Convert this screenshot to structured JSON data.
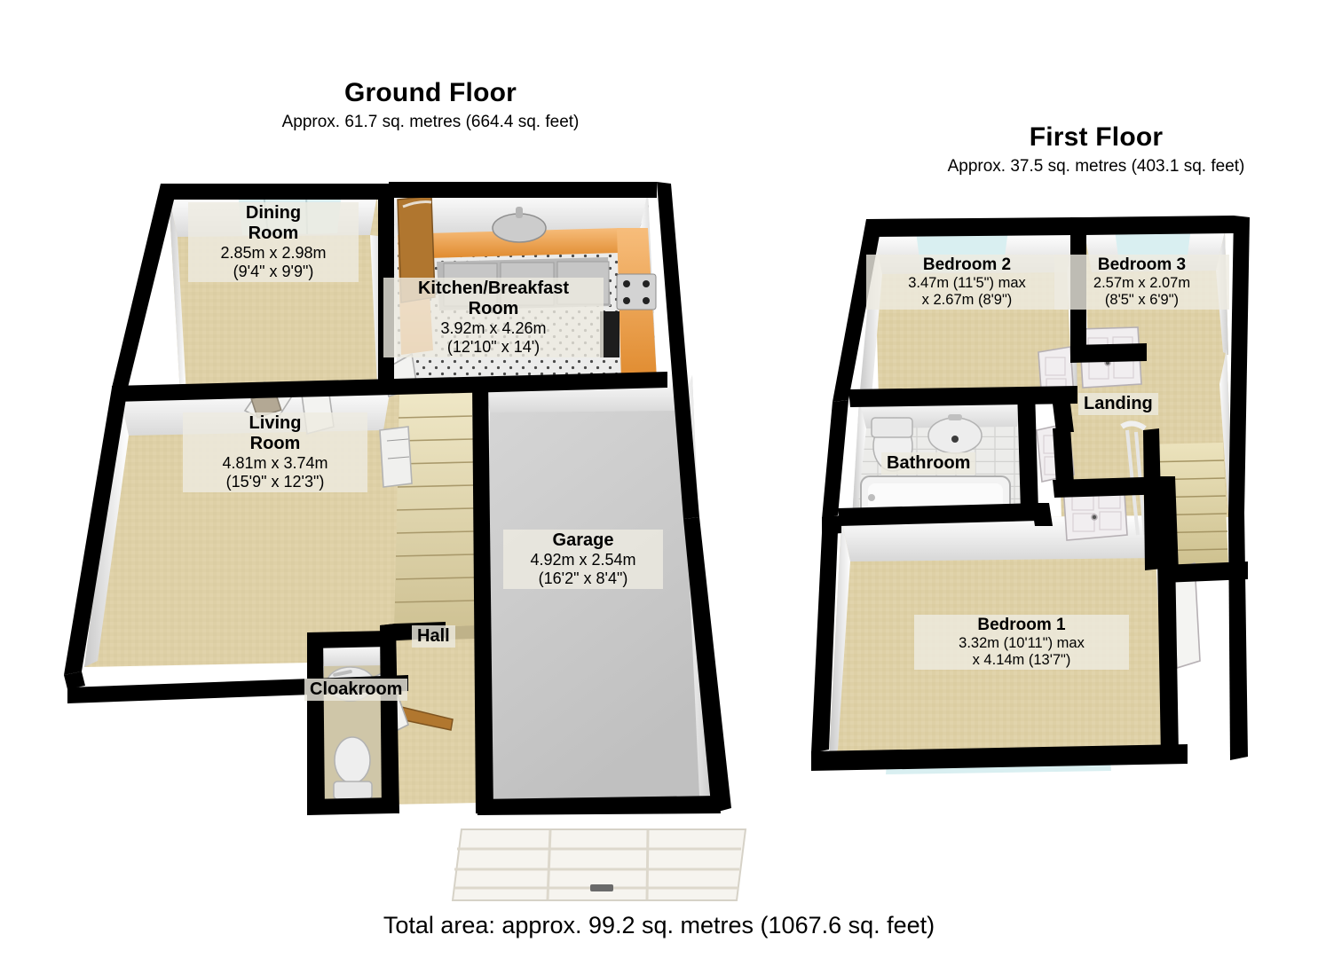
{
  "document": {
    "type": "3d-floor-plan",
    "total_area_text": "Total area: approx. 99.2 sq. metres (1067.6 sq. feet)"
  },
  "floors": {
    "ground": {
      "title": "Ground Floor",
      "area_text": "Approx. 61.7 sq. metres (664.4 sq. feet)",
      "area_metres": "61.7",
      "area_feet": "664.4"
    },
    "first": {
      "title": "First Floor",
      "area_text": "Approx. 37.5 sq. metres (403.1 sq. feet)",
      "area_metres": "37.5",
      "area_feet": "403.1"
    }
  },
  "rooms": {
    "ground": [
      {
        "name": "Dining\nRoom",
        "name_line1": "Dining",
        "name_line2": "Room",
        "dim_metric": "2.85m x 2.98m",
        "dim_imperial": "(9'4\" x 9'9\")"
      },
      {
        "name": "Kitchen/Breakfast\nRoom",
        "name_line1": "Kitchen/Breakfast",
        "name_line2": "Room",
        "dim_metric": "3.92m x 4.26m",
        "dim_imperial": "(12'10\" x 14')"
      },
      {
        "name": "Living\nRoom",
        "name_line1": "Living",
        "name_line2": "Room",
        "dim_metric": "4.81m x 3.74m",
        "dim_imperial": "(15'9\" x 12'3\")"
      },
      {
        "name": "Garage",
        "name_line1": "Garage",
        "name_line2": "",
        "dim_metric": "4.92m x 2.54m",
        "dim_imperial": "(16'2\" x 8'4\")"
      },
      {
        "name": "Hall",
        "name_line1": "Hall",
        "name_line2": "",
        "dim_metric": "",
        "dim_imperial": ""
      },
      {
        "name": "Cloakroom",
        "name_line1": "Cloakroom",
        "name_line2": "",
        "dim_metric": "",
        "dim_imperial": ""
      }
    ],
    "first": [
      {
        "name": "Bedroom 2",
        "dim_metric": "3.47m (11'5\") max",
        "dim_imperial": "x 2.67m (8'9\")"
      },
      {
        "name": "Bedroom 3",
        "dim_metric": "2.57m x 2.07m",
        "dim_imperial": "(8'5\" x 6'9\")"
      },
      {
        "name": "Bedroom 1",
        "dim_metric": "3.32m (10'11\") max",
        "dim_imperial": "x 4.14m (13'7\")"
      },
      {
        "name": "Bathroom",
        "dim_metric": "",
        "dim_imperial": ""
      },
      {
        "name": "Landing",
        "dim_metric": "",
        "dim_imperial": ""
      }
    ]
  },
  "palette": {
    "wall_outline": "#000000",
    "wall_face": "#ffffff",
    "wall_shade": "#d8d8d8",
    "carpet": "#ded0a6",
    "carpet_dark": "#cdbf93",
    "tile_floor": "#e8e8e6",
    "garage_floor": "#c9c9c9",
    "kitchen_unit": "#f0a350",
    "kitchen_worktop": "#b9b9b9",
    "window_glass": "#d6ecee",
    "door_wood": "#a97030",
    "stair_tread": "#e2d9b4",
    "sanitary_white": "#f4f4f4",
    "label_chip": "#eeebe1"
  },
  "fixtures": {
    "ground": [
      "window-dining",
      "front-door",
      "internal-door-living",
      "internal-door-dining",
      "kitchen-sink",
      "kitchen-hob",
      "kitchen-units",
      "staircase",
      "cloakroom-basin",
      "cloakroom-wc",
      "cloakroom-door",
      "garage-door",
      "living-room-window",
      "hall-door"
    ],
    "first": [
      "window-bedroom2",
      "window-bedroom3",
      "window-bedroom1",
      "bathroom-wc",
      "bathroom-basin",
      "bathroom-bath",
      "staircase",
      "door-bedroom1",
      "door-bedroom2",
      "door-bedroom3",
      "door-bathroom",
      "landing-balustrade"
    ]
  }
}
